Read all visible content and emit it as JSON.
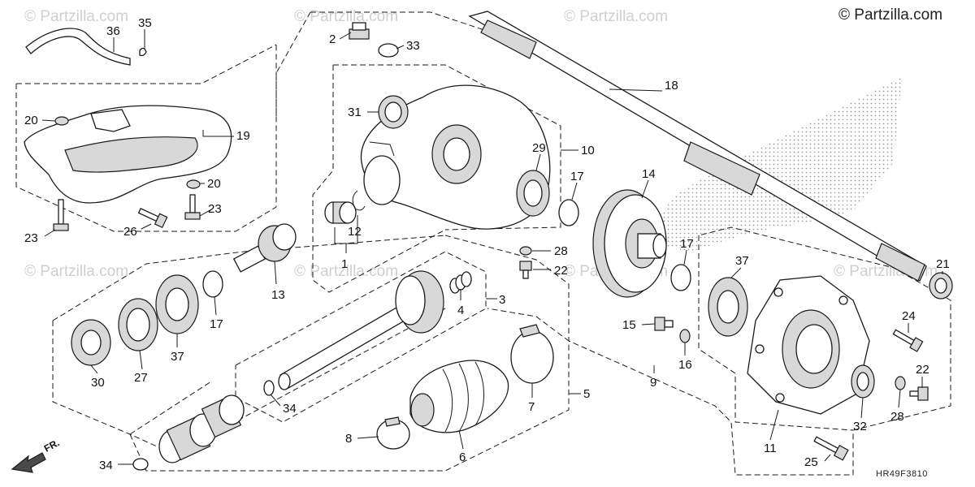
{
  "watermark": "© Partzilla.com",
  "copyright": "© Partzilla.com",
  "diagram_code": "HR49F3810",
  "direction_label": "FR.",
  "callouts": [
    "36",
    "35",
    "2",
    "33",
    "18",
    "20",
    "19",
    "31",
    "10",
    "29",
    "17",
    "14",
    "20",
    "23",
    "23",
    "26",
    "12",
    "1",
    "28",
    "22",
    "17",
    "21",
    "13",
    "37",
    "3",
    "4",
    "17",
    "37",
    "15",
    "24",
    "16",
    "30",
    "27",
    "9",
    "22",
    "5",
    "34",
    "7",
    "28",
    "32",
    "8",
    "6",
    "11",
    "34",
    "25"
  ]
}
